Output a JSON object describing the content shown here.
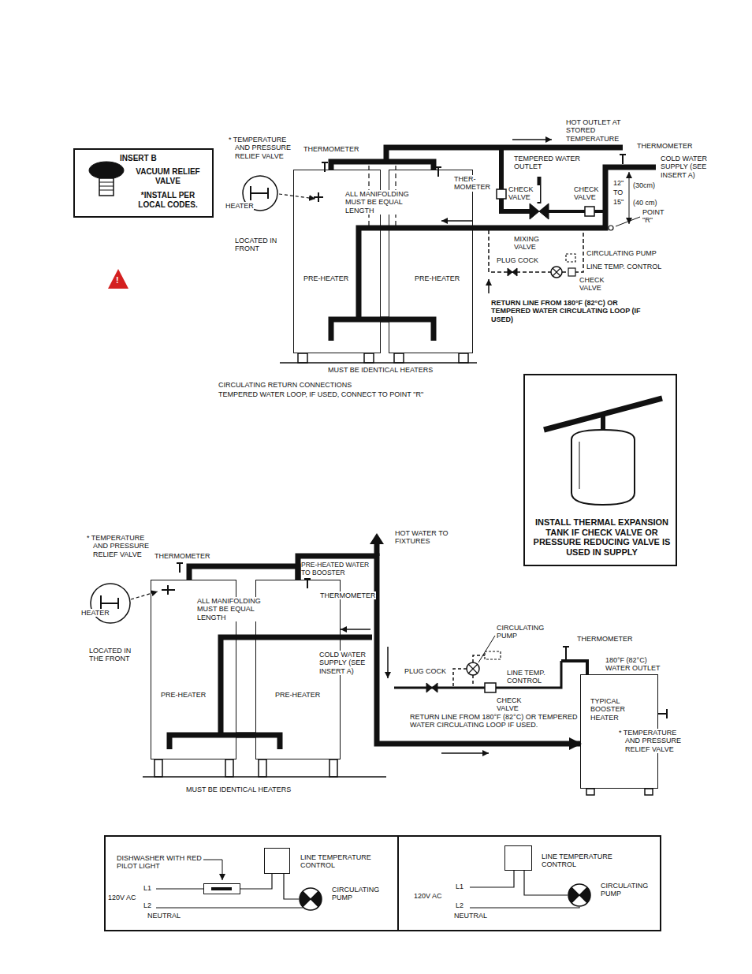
{
  "diagram": {
    "nodes": [
      {
        "text": [
          "INSERT B",
          "VACUUM RELIEF VALVE",
          "*INSTALL PER LOCAL CODES."
        ]
      },
      {
        "text": [
          "PRE-HEATER"
        ]
      },
      {
        "text": [
          "PRE-HEATER"
        ]
      },
      {
        "text": [
          "INSTALL THERMAL EXPANSION TANK IF CHECK VALVE OR PRESSURE REDUCING VALVE IS USED IN SUPPLY"
        ]
      },
      {
        "text": [
          "PRE-HEATER"
        ]
      },
      {
        "text": [
          "PRE-HEATER"
        ]
      },
      {
        "text": [
          "TYPICAL BOOSTER HEATER"
        ]
      },
      {
        "text": [
          "DISHWASHER WITH RED PILOT LIGHT"
        ]
      },
      {
        "text": [
          "LINE TEMPERATURE CONTROL"
        ]
      },
      {
        "text": [
          "CIRCULATING PUMP"
        ]
      },
      {
        "text": [
          "LINE TEMPERATURE CONTROL"
        ]
      },
      {
        "text": [
          "CIRCULATING PUMP"
        ]
      }
    ],
    "edges": [
      {
        "from": 1,
        "to": 2,
        "arrow": "none"
      },
      {
        "from": 1,
        "to": 2,
        "arrow": "none"
      },
      {
        "from": 4,
        "to": 5,
        "arrow": "none"
      },
      {
        "from": 4,
        "to": 5,
        "arrow": "none"
      },
      {
        "from": 5,
        "to": 6,
        "arrow": "to"
      },
      {
        "from": 7,
        "to": 8,
        "arrow": "none"
      },
      {
        "from": 8,
        "to": 9,
        "arrow": "none"
      },
      {
        "from": 10,
        "to": 11,
        "arrow": "none"
      }
    ],
    "labels": [
      "* TEMPERATURE AND PRESSURE RELIEF VALVE",
      "THERMOMETER",
      "HEATER",
      "LOCATED IN FRONT",
      "ALL MANIFOLDING MUST BE EQUAL LENGTH",
      "THER- MOMETER",
      "HOT OUTLET AT STORED TEMPERATURE",
      "THERMOMETER",
      "TEMPERED WATER OUTLET",
      "COLD WATER SUPPLY (SEE INSERT A)",
      "CHECK VALVE",
      "CHECK VALVE",
      "12\" TO 15\"",
      "(30cm)",
      "(40 cm)",
      "POINT \"R\"",
      "MIXING VALVE",
      "CIRCULATING PUMP",
      "PLUG COCK",
      "LINE TEMP. CONTROL",
      "CHECK VALVE",
      "RETURN LINE FROM 180°F (82°C) OR TEMPERED WATER CIRCULATING LOOP (IF USED)",
      "MUST BE IDENTICAL HEATERS",
      "CIRCULATING RETURN CONNECTIONS",
      "TEMPERED WATER LOOP, IF USED, CONNECT TO POINT \"R\"",
      "!",
      "* TEMPERATURE AND PRESSURE RELIEF VALVE",
      "THERMOMETER",
      "HEATER",
      "LOCATED IN THE FRONT",
      "ALL MANIFOLDING MUST BE EQUAL LENGTH",
      "PRE-HEATED WATER TO BOOSTER",
      "THERMOMETER",
      "HOT WATER TO FIXTURES",
      "COLD WATER SUPPLY (SEE INSERT A)",
      "CIRCULATING PUMP",
      "THERMOMETER",
      "180°F (82°C) WATER OUTLET",
      "PLUG COCK",
      "LINE TEMP. CONTROL",
      "CHECK VALVE",
      "RETURN LINE FROM 180°F (82°C) OR TEMPERED WATER CIRCULATING LOOP IF USED.",
      "* TEMPERATURE AND PRESSURE RELIEF VALVE",
      "MUST BE IDENTICAL HEATERS",
      "L1",
      "120V AC",
      "L2",
      "NEUTRAL",
      "L1",
      "120V AC",
      "L2",
      "NEUTRAL"
    ]
  }
}
